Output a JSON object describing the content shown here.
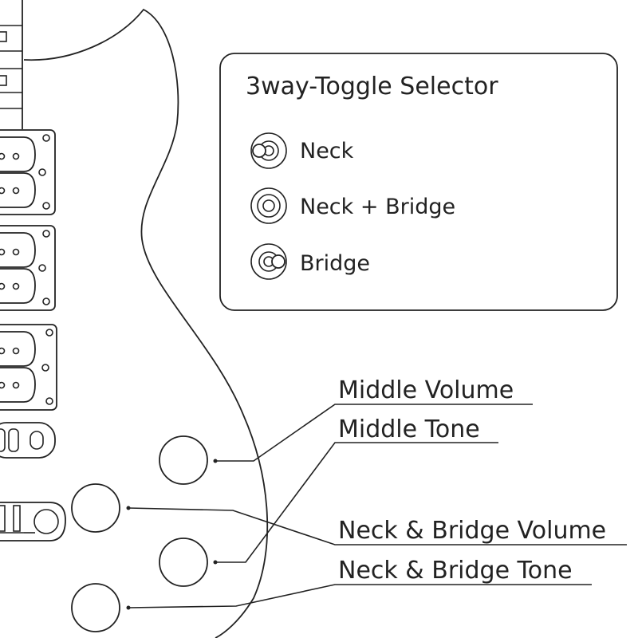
{
  "legend": {
    "title": "3way-Toggle Selector",
    "items": [
      {
        "label": "Neck",
        "icon": "toggle-neck-icon"
      },
      {
        "label": "Neck + Bridge",
        "icon": "toggle-middle-icon"
      },
      {
        "label": "Bridge",
        "icon": "toggle-bridge-icon"
      }
    ]
  },
  "controls": {
    "middle_volume": "Middle Volume",
    "middle_tone": "Middle Tone",
    "neck_bridge_volume": "Neck & Bridge Volume",
    "neck_bridge_tone": "Neck & Bridge Tone"
  }
}
